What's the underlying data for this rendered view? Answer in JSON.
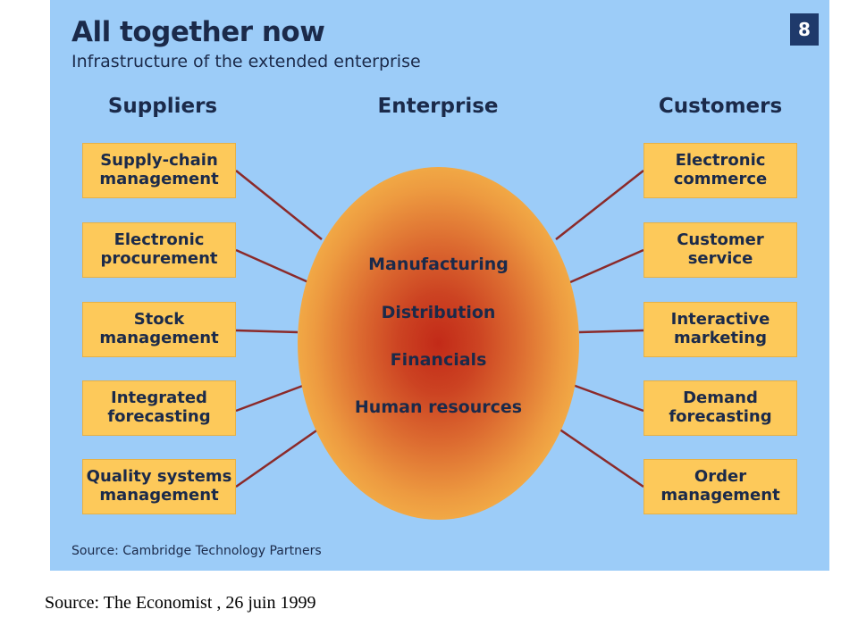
{
  "title": "All together now",
  "subtitle": "Infrastructure of the extended enterprise",
  "figure_number": "8",
  "columns": {
    "suppliers": "Suppliers",
    "enterprise": "Enterprise",
    "customers": "Customers"
  },
  "suppliers": [
    "Supply-chain\nmanagement",
    "Electronic\nprocurement",
    "Stock\nmanagement",
    "Integrated\nforecasting",
    "Quality systems\nmanagement"
  ],
  "customers": [
    "Electronic\ncommerce",
    "Customer\nservice",
    "Interactive\nmarketing",
    "Demand\nforecasting",
    "Order\nmanagement"
  ],
  "enterprise_functions": [
    "Manufacturing",
    "Distribution",
    "Financials",
    "Human resources"
  ],
  "source_inner": "Source: Cambridge Technology Partners",
  "source_outer": "Source: The Economist , 26 juin 1999",
  "colors": {
    "background": "#9cccf8",
    "box": "#fdc95a",
    "connector": "#8b2a2a",
    "text": "#1b2a4a"
  }
}
